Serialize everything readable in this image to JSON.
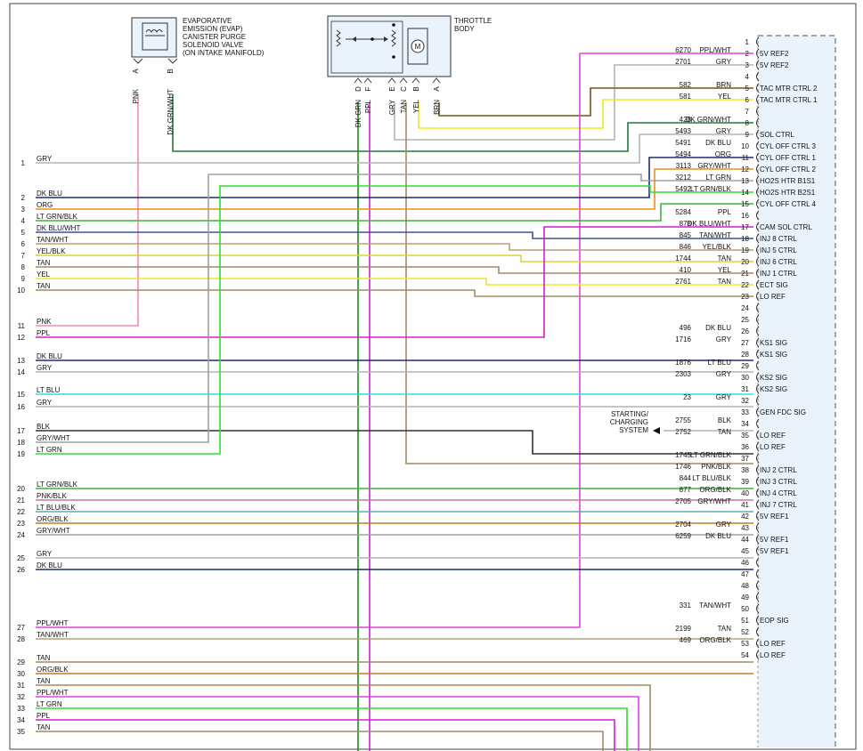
{
  "components": {
    "evap": {
      "label": [
        "EVAPORATIVE",
        "EMISSION (EVAP)",
        "CANISTER PURGE",
        "SOLENOID VALVE",
        "(ON INTAKE MANIFOLD)"
      ],
      "pins": [
        {
          "pin": "A",
          "color": "PNK"
        },
        {
          "pin": "B",
          "color": "DK GRN/WHT"
        }
      ]
    },
    "throttle": {
      "label": [
        "THROTTLE",
        "BODY"
      ],
      "motor_symbol": "M",
      "pins": [
        {
          "pin": "D",
          "color": "DK GRN"
        },
        {
          "pin": "F",
          "color": "PPL"
        },
        {
          "pin": "E",
          "color": "GRY"
        },
        {
          "pin": "C",
          "color": "TAN"
        },
        {
          "pin": "B",
          "color": "YEL"
        },
        {
          "pin": "A",
          "color": "BRN"
        }
      ]
    },
    "starting": {
      "label": [
        "STARTING/",
        "CHARGING",
        "SYSTEM"
      ]
    }
  },
  "left_connector": [
    {
      "n": "1",
      "color": "GRY"
    },
    {
      "n": "2",
      "color": "DK BLU"
    },
    {
      "n": "3",
      "color": "ORG"
    },
    {
      "n": "4",
      "color": "LT GRN/BLK"
    },
    {
      "n": "5",
      "color": "DK BLU/WHT"
    },
    {
      "n": "6",
      "color": "TAN/WHT"
    },
    {
      "n": "7",
      "color": "YEL/BLK"
    },
    {
      "n": "8",
      "color": "TAN"
    },
    {
      "n": "9",
      "color": "YEL"
    },
    {
      "n": "10",
      "color": "TAN"
    },
    {
      "n": "11",
      "color": "PNK"
    },
    {
      "n": "12",
      "color": "PPL"
    },
    {
      "n": "13",
      "color": "DK BLU"
    },
    {
      "n": "14",
      "color": "GRY"
    },
    {
      "n": "15",
      "color": "LT BLU"
    },
    {
      "n": "16",
      "color": "GRY"
    },
    {
      "n": "17",
      "color": "BLK"
    },
    {
      "n": "18",
      "color": "GRY/WHT"
    },
    {
      "n": "19",
      "color": "LT GRN"
    },
    {
      "n": "20",
      "color": "LT GRN/BLK"
    },
    {
      "n": "21",
      "color": "PNK/BLK"
    },
    {
      "n": "22",
      "color": "LT BLU/BLK"
    },
    {
      "n": "23",
      "color": "ORG/BLK"
    },
    {
      "n": "24",
      "color": "GRY/WHT"
    },
    {
      "n": "25",
      "color": "GRY"
    },
    {
      "n": "26",
      "color": "DK BLU"
    },
    {
      "n": "27",
      "color": "PPL/WHT"
    },
    {
      "n": "28",
      "color": "TAN/WHT"
    },
    {
      "n": "29",
      "color": "TAN"
    },
    {
      "n": "30",
      "color": "ORG/BLK"
    },
    {
      "n": "31",
      "color": "TAN"
    },
    {
      "n": "32",
      "color": "PPL/WHT"
    },
    {
      "n": "33",
      "color": "LT GRN"
    },
    {
      "n": "34",
      "color": "PPL"
    },
    {
      "n": "35",
      "color": "TAN"
    }
  ],
  "ecm_pins": [
    {
      "pin": "1",
      "circuit": "",
      "color": "",
      "func": ""
    },
    {
      "pin": "2",
      "circuit": "6270",
      "color": "PPL/WHT",
      "func": "5V REF2"
    },
    {
      "pin": "3",
      "circuit": "2701",
      "color": "GRY",
      "func": "5V REF2"
    },
    {
      "pin": "4",
      "circuit": "",
      "color": "",
      "func": ""
    },
    {
      "pin": "5",
      "circuit": "582",
      "color": "BRN",
      "func": "TAC MTR CTRL 2"
    },
    {
      "pin": "6",
      "circuit": "581",
      "color": "YEL",
      "func": "TAC MTR CTRL 1"
    },
    {
      "pin": "7",
      "circuit": "",
      "color": "",
      "func": ""
    },
    {
      "pin": "8",
      "circuit": "428",
      "color": "DK GRN/WHT",
      "func": ""
    },
    {
      "pin": "9",
      "circuit": "5493",
      "color": "GRY",
      "func": "SOL CTRL"
    },
    {
      "pin": "10",
      "circuit": "5491",
      "color": "DK BLU",
      "func": "CYL OFF CTRL 3"
    },
    {
      "pin": "11",
      "circuit": "5494",
      "color": "ORG",
      "func": "CYL OFF CTRL 1"
    },
    {
      "pin": "12",
      "circuit": "3113",
      "color": "GRY/WHT",
      "func": "CYL OFF CTRL 2"
    },
    {
      "pin": "13",
      "circuit": "3212",
      "color": "LT GRN",
      "func": "HO2S HTR B1S1"
    },
    {
      "pin": "14",
      "circuit": "5492",
      "color": "LT GRN/BLK",
      "func": "HO2S HTR B2S1"
    },
    {
      "pin": "15",
      "circuit": "",
      "color": "",
      "func": "CYL OFF CTRL 4"
    },
    {
      "pin": "16",
      "circuit": "5284",
      "color": "PPL",
      "func": ""
    },
    {
      "pin": "17",
      "circuit": "878",
      "color": "DK BLU/WHT",
      "func": "CAM SOL CTRL"
    },
    {
      "pin": "18",
      "circuit": "845",
      "color": "TAN/WHT",
      "func": "INJ 8 CTRL"
    },
    {
      "pin": "19",
      "circuit": "846",
      "color": "YEL/BLK",
      "func": "INJ 5 CTRL"
    },
    {
      "pin": "20",
      "circuit": "1744",
      "color": "TAN",
      "func": "INJ 6 CTRL"
    },
    {
      "pin": "21",
      "circuit": "410",
      "color": "YEL",
      "func": "INJ 1 CTRL"
    },
    {
      "pin": "22",
      "circuit": "2761",
      "color": "TAN",
      "func": "ECT SIG"
    },
    {
      "pin": "23",
      "circuit": "",
      "color": "",
      "func": "LO REF"
    },
    {
      "pin": "24",
      "circuit": "",
      "color": "",
      "func": ""
    },
    {
      "pin": "25",
      "circuit": "",
      "color": "",
      "func": ""
    },
    {
      "pin": "26",
      "circuit": "496",
      "color": "DK BLU",
      "func": ""
    },
    {
      "pin": "27",
      "circuit": "1716",
      "color": "GRY",
      "func": "KS1 SIG"
    },
    {
      "pin": "28",
      "circuit": "",
      "color": "",
      "func": "KS1 SIG"
    },
    {
      "pin": "29",
      "circuit": "1876",
      "color": "LT BLU",
      "func": ""
    },
    {
      "pin": "30",
      "circuit": "2303",
      "color": "GRY",
      "func": "KS2 SIG"
    },
    {
      "pin": "31",
      "circuit": "",
      "color": "",
      "func": "KS2 SIG"
    },
    {
      "pin": "32",
      "circuit": "23",
      "color": "GRY",
      "func": ""
    },
    {
      "pin": "33",
      "circuit": "",
      "color": "",
      "func": "GEN FDC SIG"
    },
    {
      "pin": "34",
      "circuit": "2755",
      "color": "BLK",
      "func": ""
    },
    {
      "pin": "35",
      "circuit": "2752",
      "color": "TAN",
      "func": "LO REF"
    },
    {
      "pin": "36",
      "circuit": "",
      "color": "",
      "func": "LO REF"
    },
    {
      "pin": "37",
      "circuit": "1745",
      "color": "LT GRN/BLK",
      "func": ""
    },
    {
      "pin": "38",
      "circuit": "1746",
      "color": "PNK/BLK",
      "func": "INJ 2 CTRL"
    },
    {
      "pin": "39",
      "circuit": "844",
      "color": "LT BLU/BLK",
      "func": "INJ 3 CTRL"
    },
    {
      "pin": "40",
      "circuit": "877",
      "color": "ORG/BLK",
      "func": "INJ 4 CTRL"
    },
    {
      "pin": "41",
      "circuit": "2705",
      "color": "GRY/WHT",
      "func": "INJ 7 CTRL"
    },
    {
      "pin": "42",
      "circuit": "",
      "color": "",
      "func": "5V REF1"
    },
    {
      "pin": "43",
      "circuit": "2704",
      "color": "GRY",
      "func": ""
    },
    {
      "pin": "44",
      "circuit": "6259",
      "color": "DK BLU",
      "func": "5V REF1"
    },
    {
      "pin": "45",
      "circuit": "",
      "color": "",
      "func": "5V REF1"
    },
    {
      "pin": "46",
      "circuit": "",
      "color": "",
      "func": ""
    },
    {
      "pin": "47",
      "circuit": "",
      "color": "",
      "func": ""
    },
    {
      "pin": "48",
      "circuit": "",
      "color": "",
      "func": ""
    },
    {
      "pin": "49",
      "circuit": "",
      "color": "",
      "func": ""
    },
    {
      "pin": "50",
      "circuit": "331",
      "color": "TAN/WHT",
      "func": ""
    },
    {
      "pin": "51",
      "circuit": "",
      "color": "",
      "func": "EOP SIG"
    },
    {
      "pin": "52",
      "circuit": "2199",
      "color": "TAN",
      "func": ""
    },
    {
      "pin": "53",
      "circuit": "469",
      "color": "ORG/BLK",
      "func": "LO REF"
    },
    {
      "pin": "54",
      "circuit": "",
      "color": "",
      "func": "LO REF"
    }
  ],
  "colors": {
    "PNK": "#f08cb4",
    "DK GRN/WHT": "#1e7d32",
    "DK GRN": "#1e8c1e",
    "PPL": "#d21ed2",
    "PPL/WHT": "#e040e0",
    "GRY": "#b4b4b4",
    "TAN": "#a08c64",
    "TAN/WHT": "#b4a078",
    "YEL": "#f0e628",
    "YEL/BLK": "#dcd23c",
    "BRN": "#785014",
    "DK BLU": "#1e2d6e",
    "DK BLU/WHT": "#3c50a0",
    "ORG": "#f08c1e",
    "ORG/BLK": "#c8781e",
    "LT GRN": "#32dc32",
    "LT GRN/BLK": "#3cb43c",
    "LT BLU": "#32dce6",
    "LT BLU/BLK": "#64aab4",
    "BLK": "#323232",
    "GRY/WHT": "#a0a0a0",
    "PNK/BLK": "#c87896"
  }
}
